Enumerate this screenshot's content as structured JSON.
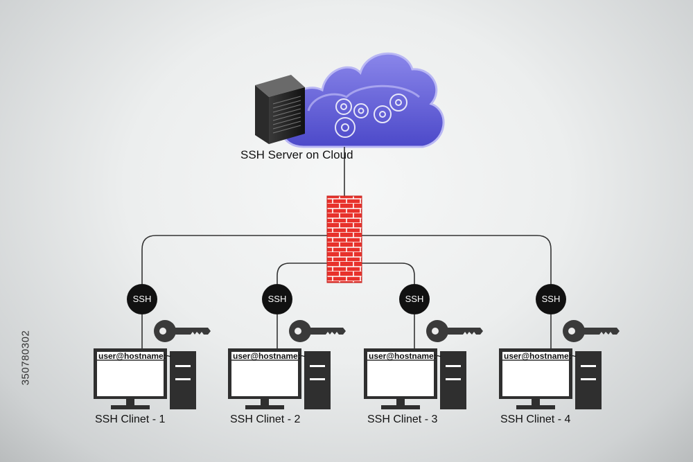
{
  "server": {
    "label": "SSH Server on Cloud"
  },
  "firewall": {
    "color": "#e8312b"
  },
  "ssh_badge": {
    "label": "SSH"
  },
  "clients": [
    {
      "label": "SSH Clinet - 1",
      "prompt": "user@hostname:~"
    },
    {
      "label": "SSH Clinet - 2",
      "prompt": "user@hostname:~"
    },
    {
      "label": "SSH Clinet - 3",
      "prompt": "user@hostname:~"
    },
    {
      "label": "SSH Clinet - 4",
      "prompt": "user@hostname:~"
    }
  ],
  "stock_id": "350780302",
  "icons": [
    "cloud-icon",
    "server-tower-icon",
    "gear-icon",
    "firewall-icon",
    "key-icon",
    "monitor-icon",
    "pc-tower-icon"
  ]
}
